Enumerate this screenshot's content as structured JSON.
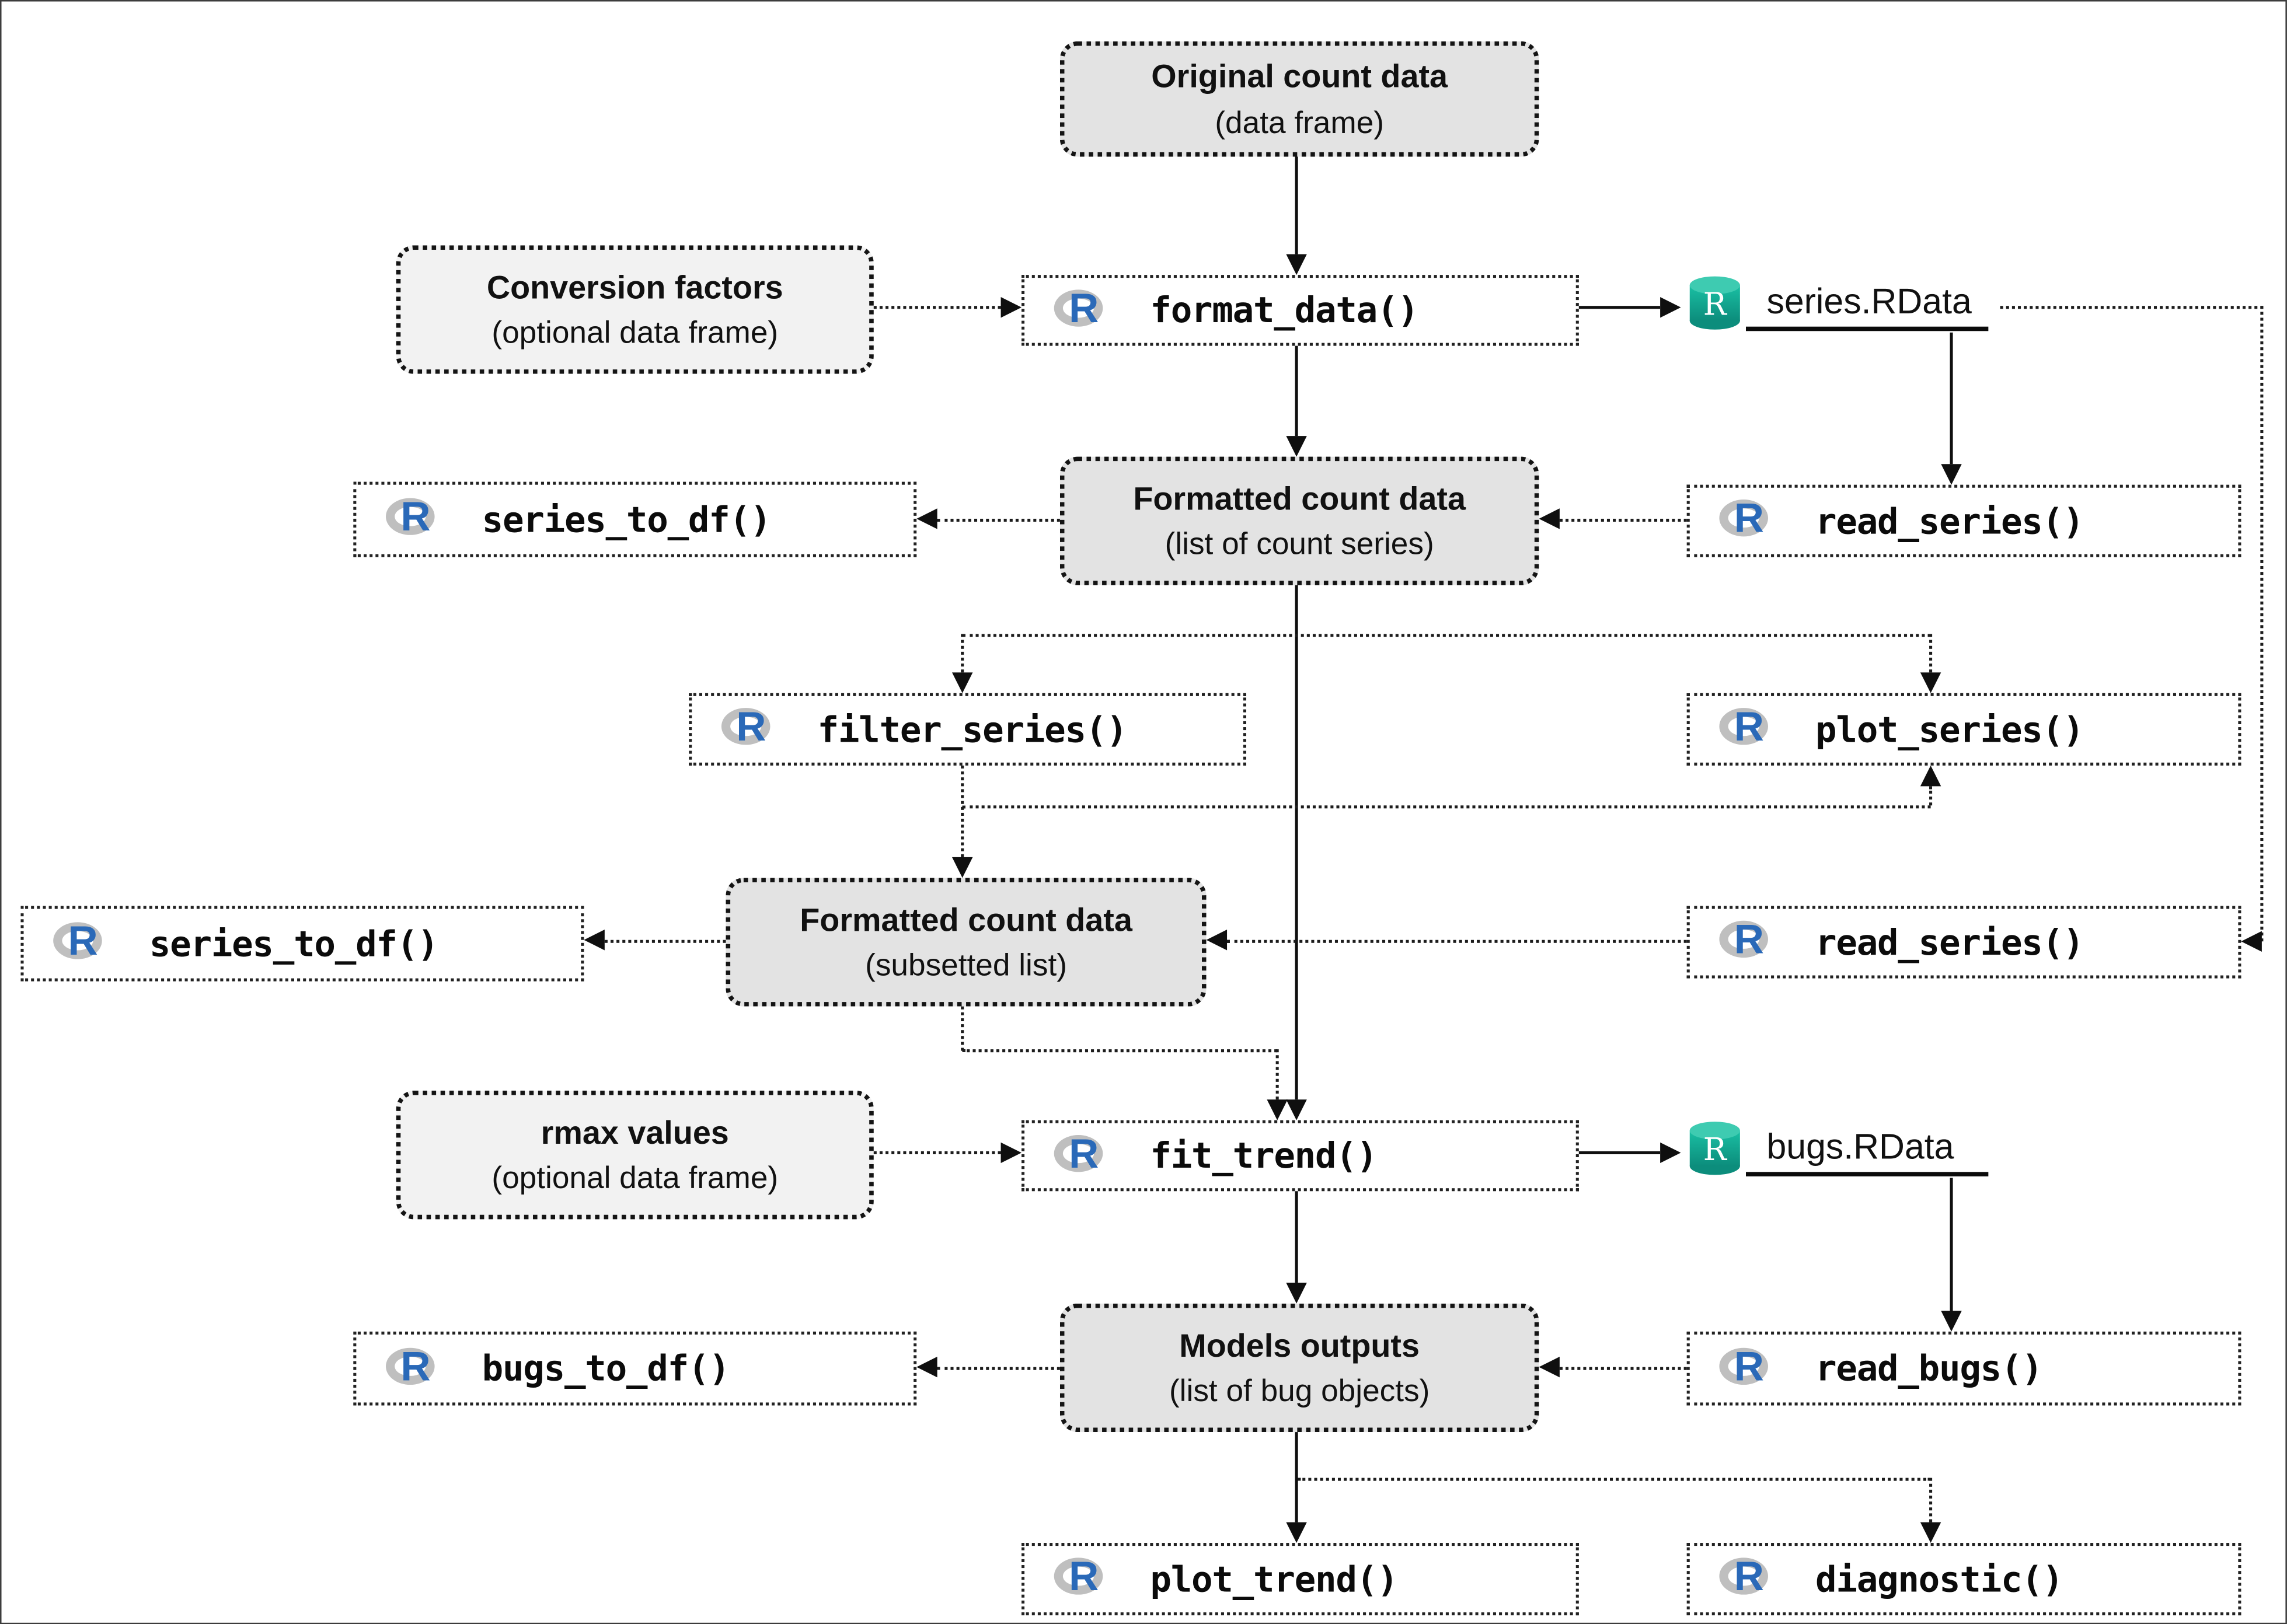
{
  "figure": {
    "background": "#ffffff",
    "frame_color": "#3c3c3c",
    "colors": {
      "data_box_fill": "#e3e3e3",
      "optional_box_fill": "#f2f2f2",
      "function_box_fill": "#ffffff",
      "dotted_border": "#141414",
      "arrow_color": "#0f0f0f",
      "r_logo_blue": "#2a69b8",
      "r_logo_ring_gray": "#bfbfbf",
      "rdata_teal_light": "#3ecbb1",
      "rdata_teal": "#1abfa3",
      "rdata_teal_dark": "#0c8d7c"
    },
    "icons": {
      "r_logo_letter": "R"
    },
    "nodes": {
      "original_count": {
        "title": "Original count data",
        "subtitle": "(data frame)"
      },
      "conversion_factors": {
        "title": "Conversion factors",
        "subtitle": "(optional data frame)"
      },
      "format_data": {
        "label": "format_data()"
      },
      "series_rdata": {
        "label": "series.RData",
        "icon_letter": "R"
      },
      "series_to_df_top": {
        "label": "series_to_df()"
      },
      "formatted_count": {
        "title": "Formatted count data",
        "subtitle": "(list of count series)"
      },
      "read_series_top": {
        "label": "read_series()"
      },
      "filter_series": {
        "label": "filter_series()"
      },
      "plot_series": {
        "label": "plot_series()"
      },
      "series_to_df_left": {
        "label": "series_to_df()"
      },
      "formatted_subset": {
        "title": "Formatted count data",
        "subtitle": "(subsetted list)"
      },
      "read_series_right": {
        "label": "read_series()"
      },
      "rmax_values": {
        "title": "rmax values",
        "subtitle": "(optional data frame)"
      },
      "fit_trend": {
        "label": "fit_trend()"
      },
      "bugs_rdata": {
        "label": "bugs.RData",
        "icon_letter": "R"
      },
      "bugs_to_df": {
        "label": "bugs_to_df()"
      },
      "models_outputs": {
        "title": "Models outputs",
        "subtitle": "(list of bug objects)"
      },
      "read_bugs": {
        "label": "read_bugs()"
      },
      "plot_trend": {
        "label": "plot_trend()"
      },
      "diagnostic": {
        "label": "diagnostic()"
      }
    }
  }
}
